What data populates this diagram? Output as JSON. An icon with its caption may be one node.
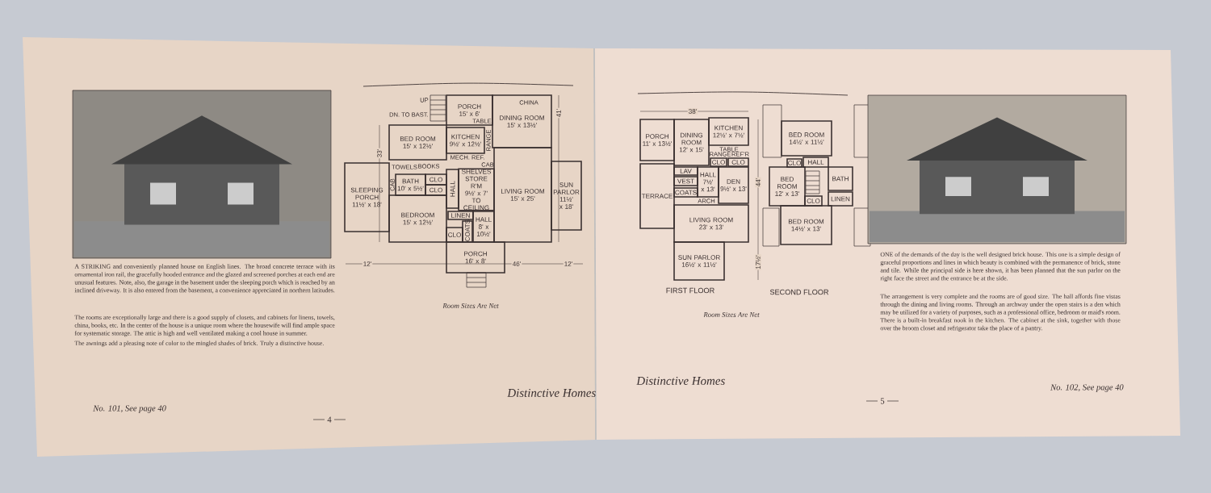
{
  "diagram": {
    "nodes": [
      {
        "text": [],
        "shape": "picture"
      },
      {
        "text": [
          "PORCH",
          "15' x 6'"
        ]
      },
      {
        "text": [
          "DINING ROOM",
          "15' x 13½'"
        ]
      },
      {
        "text": [
          "KITCHEN",
          "9½' x 12½'"
        ]
      },
      {
        "text": [
          "BED ROOM",
          "15' x 12½'"
        ]
      },
      {
        "text": [
          "SLEEPING PORCH",
          "11½' x 18'"
        ]
      },
      {
        "text": [
          "BATH",
          "10' x 5½'"
        ]
      },
      {
        "text": [
          "CLO"
        ]
      },
      {
        "text": [
          "CLO"
        ]
      },
      {
        "text": [
          "HALL"
        ]
      },
      {
        "text": [
          "SHELVES",
          "STORE R'M 9½' x 7'",
          "TO CEILING"
        ]
      },
      {
        "text": [
          "LIVING ROOM",
          "15' x 25'"
        ]
      },
      {
        "text": [
          "SUN PARLOR",
          "11½' x 18'"
        ]
      },
      {
        "text": [
          "BEDROOM",
          "15' x 12½'"
        ]
      },
      {
        "text": [
          "LINEN"
        ]
      },
      {
        "text": [
          "COATS"
        ]
      },
      {
        "text": [
          "CLO"
        ]
      },
      {
        "text": [
          "HALL",
          "8' x 10½'"
        ]
      },
      {
        "text": [
          "PORCH",
          "16' x 8'"
        ]
      },
      {
        "text": [],
        "shape": "picture"
      },
      {
        "text": [
          "PORCH",
          "11' x 13½'"
        ]
      },
      {
        "text": [
          "DINING ROOM",
          "12' x 15'"
        ]
      },
      {
        "text": [
          "KITCHEN",
          "12½' x 7½'"
        ]
      },
      {
        "text": [
          "CLO"
        ]
      },
      {
        "text": [
          "CLO"
        ]
      },
      {
        "text": [
          "LAV"
        ]
      },
      {
        "text": [
          "VEST"
        ]
      },
      {
        "text": [
          "HALL",
          "7½' x 13'"
        ]
      },
      {
        "text": [
          "DEN",
          "9½' x 13'"
        ]
      },
      {
        "text": [
          "COATS"
        ]
      },
      {
        "text": [
          "TERRACE"
        ]
      },
      {
        "text": [
          "LIVING ROOM",
          "23' x 13'"
        ]
      },
      {
        "text": [
          "SUN PARLOR",
          "16½' x 11½'"
        ]
      },
      {
        "text": [
          "BED ROOM",
          "14½' x 11½'"
        ]
      },
      {
        "text": [
          "CLO"
        ]
      },
      {
        "text": [
          "HALL"
        ]
      },
      {
        "text": [
          "BED ROOM",
          "12' x 13'"
        ]
      },
      {
        "text": [
          "BATH"
        ]
      },
      {
        "text": [
          "CLO"
        ]
      },
      {
        "text": [
          "LINEN"
        ]
      },
      {
        "text": [
          "BED ROOM",
          "14½' x 13'"
        ]
      }
    ],
    "labels": [
      "UP",
      "DN. TO BAST.",
      "CHINA",
      "TABLE",
      "RANGE",
      "MECH. REF.",
      "CAB",
      "TOWELS",
      "BOOKS",
      "CAB",
      "33'",
      "41'",
      "12'",
      "46'",
      "12'",
      "Room Sizes Are Net",
      "38'",
      "TABLE",
      "RANGE",
      "REF'R",
      "ARCH",
      "44'",
      "17½'",
      "FIRST FLOOR",
      "SECOND FLOOR",
      "Room Sizes Are Net",
      "A STRIKING and conveniently planned house on English lines. The broad concrete terrace with its ornamental iron rail, the gracefully hooded entrance and the glazed and screened porches at each end are unusual features. Note, also, the garage in the basement under the sleeping porch which is reached by an inclined driveway. It is also entered from the basement, a convenience appreciated in northern latitudes.",
      "The rooms are exceptionally large and there is a good supply of closets, and cabinets for linens, towels, china, books, etc. In the center of the house is a unique room where the housewife will find ample space for systematic storage. The attic is high and well ventilated making a cool house in summer.",
      "The awnings add a pleasing note of color to the mingled shades of brick. Truly a distinctive house.",
      "No. 101, See page 40",
      "4",
      "Distinctive Homes",
      "Distinctive Homes",
      "5",
      "No. 102, See page 40",
      "ONE of the demands of the day is the well designed brick house. This one is a simple design of graceful proportions and lines in which beauty is combined with the permanence of brick, stone and tile. While the principal side is here shown, it has been planned that the sun parlor on the right face the street and the entrance be at the side.",
      "The arrangement is very complete and the rooms are of good size. The hall affords fine vistas through the dining and living rooms. Through an archway under the open stairs is a den which may be utilized for a variety of purposes, such as a professional office, bedroom or maid's room. There is a built-in breakfast nook in the kitchen. The cabinet at the sink, together with those over the broom closet and refrigerator take the place of a pantry."
    ]
  }
}
